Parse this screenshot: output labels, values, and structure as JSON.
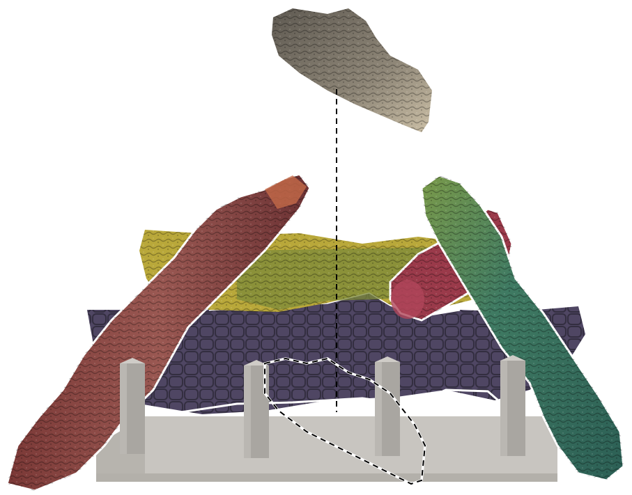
{
  "scene": {
    "background": "#ffffff",
    "grate_color": "#c4c1bc",
    "post_color": "#a9a6a1",
    "elements": [
      {
        "name": "top-log",
        "color": "#8a8476"
      },
      {
        "name": "rear-yellow-log",
        "color": "#b9a83a"
      },
      {
        "name": "rear-purple-log",
        "color": "#4f4663"
      },
      {
        "name": "front-left-red-log",
        "color": "#8d4a45"
      },
      {
        "name": "front-right-green-log",
        "color": "#3f7a62"
      },
      {
        "name": "small-crimson-log",
        "color": "#9a3a4a"
      },
      {
        "name": "log-grate",
        "color": "#c4c1bc"
      }
    ],
    "guide_line_colors": {
      "dash": "#000000",
      "outline": "#ffffff"
    }
  }
}
